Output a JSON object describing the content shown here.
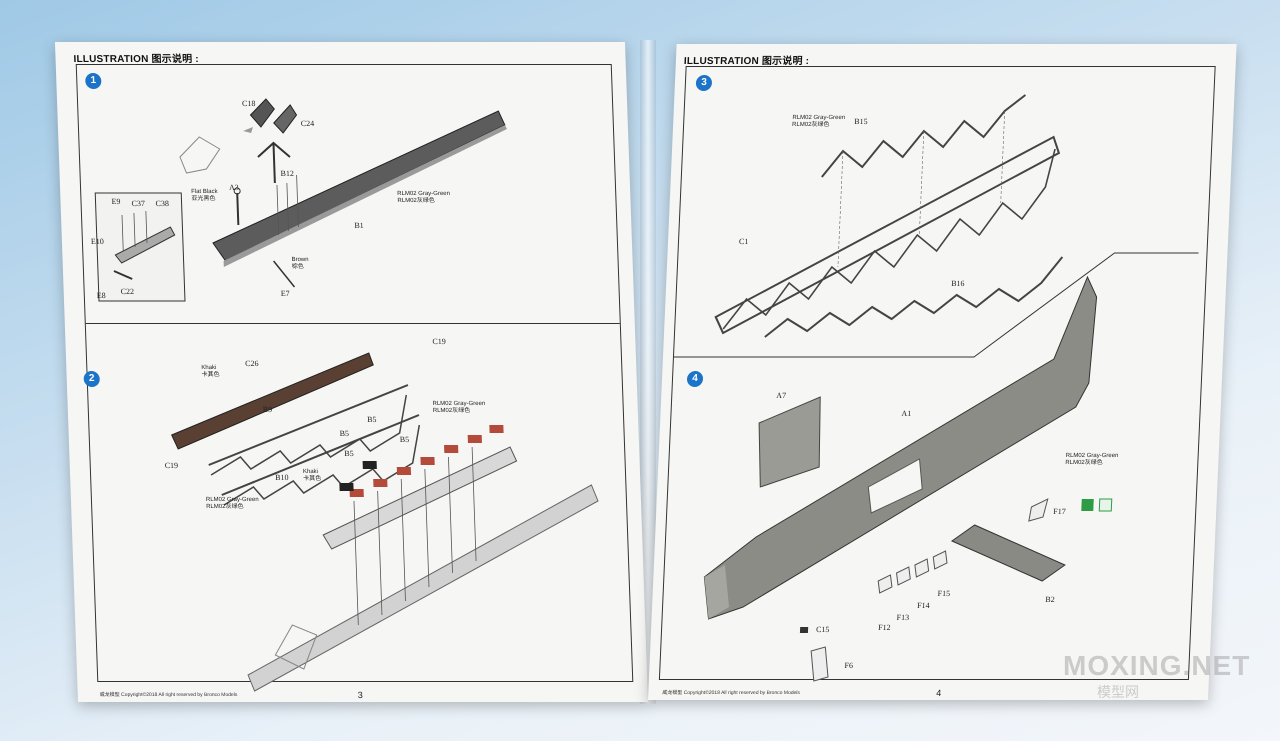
{
  "left_page": {
    "header": "ILLUSTRATION 图示说明 :",
    "page_number": "3",
    "footer": "威龙模型 Copyright©2018 All right reserved by Bronco Models",
    "step1": {
      "number": "1",
      "labels": [
        "C18",
        "C24",
        "B12",
        "A3",
        "B1",
        "E9",
        "C37",
        "C38",
        "E10",
        "E8",
        "C22",
        "E7"
      ],
      "flat_black": "Flat Black",
      "flat_black_cn": "亚光黑色",
      "rlm02": "RLM02 Gray-Green",
      "rlm02_cn": "RLM02灰绿色",
      "brown": "Brown",
      "brown_cn": "棕色"
    },
    "step2": {
      "number": "2",
      "labels": [
        "C26",
        "C19",
        "B9",
        "B5",
        "B5",
        "B5",
        "B5",
        "C19",
        "B10"
      ],
      "khaki": "Khaki",
      "khaki_cn": "卡其色",
      "rlm02": "RLM02 Gray-Green",
      "rlm02_cn": "RLM02灰绿色"
    }
  },
  "right_page": {
    "header": "ILLUSTRATION 图示说明 :",
    "page_number": "4",
    "footer": "威龙模型 Copyright©2018 All right reserved by Bronco Models",
    "step3": {
      "number": "3",
      "labels": [
        "B15",
        "C1",
        "B16"
      ],
      "rlm02": "RLM02 Gray-Green",
      "rlm02_cn": "RLM02灰绿色"
    },
    "step4": {
      "number": "4",
      "labels": [
        "A7",
        "A1",
        "F17",
        "B2",
        "F15",
        "F14",
        "F13",
        "F12",
        "C15",
        "F6"
      ],
      "rlm02": "RLM02 Gray-Green",
      "rlm02_cn": "RLM02灰绿色"
    }
  },
  "watermark": {
    "main": "MOXING.NET",
    "sub": "模型网"
  }
}
